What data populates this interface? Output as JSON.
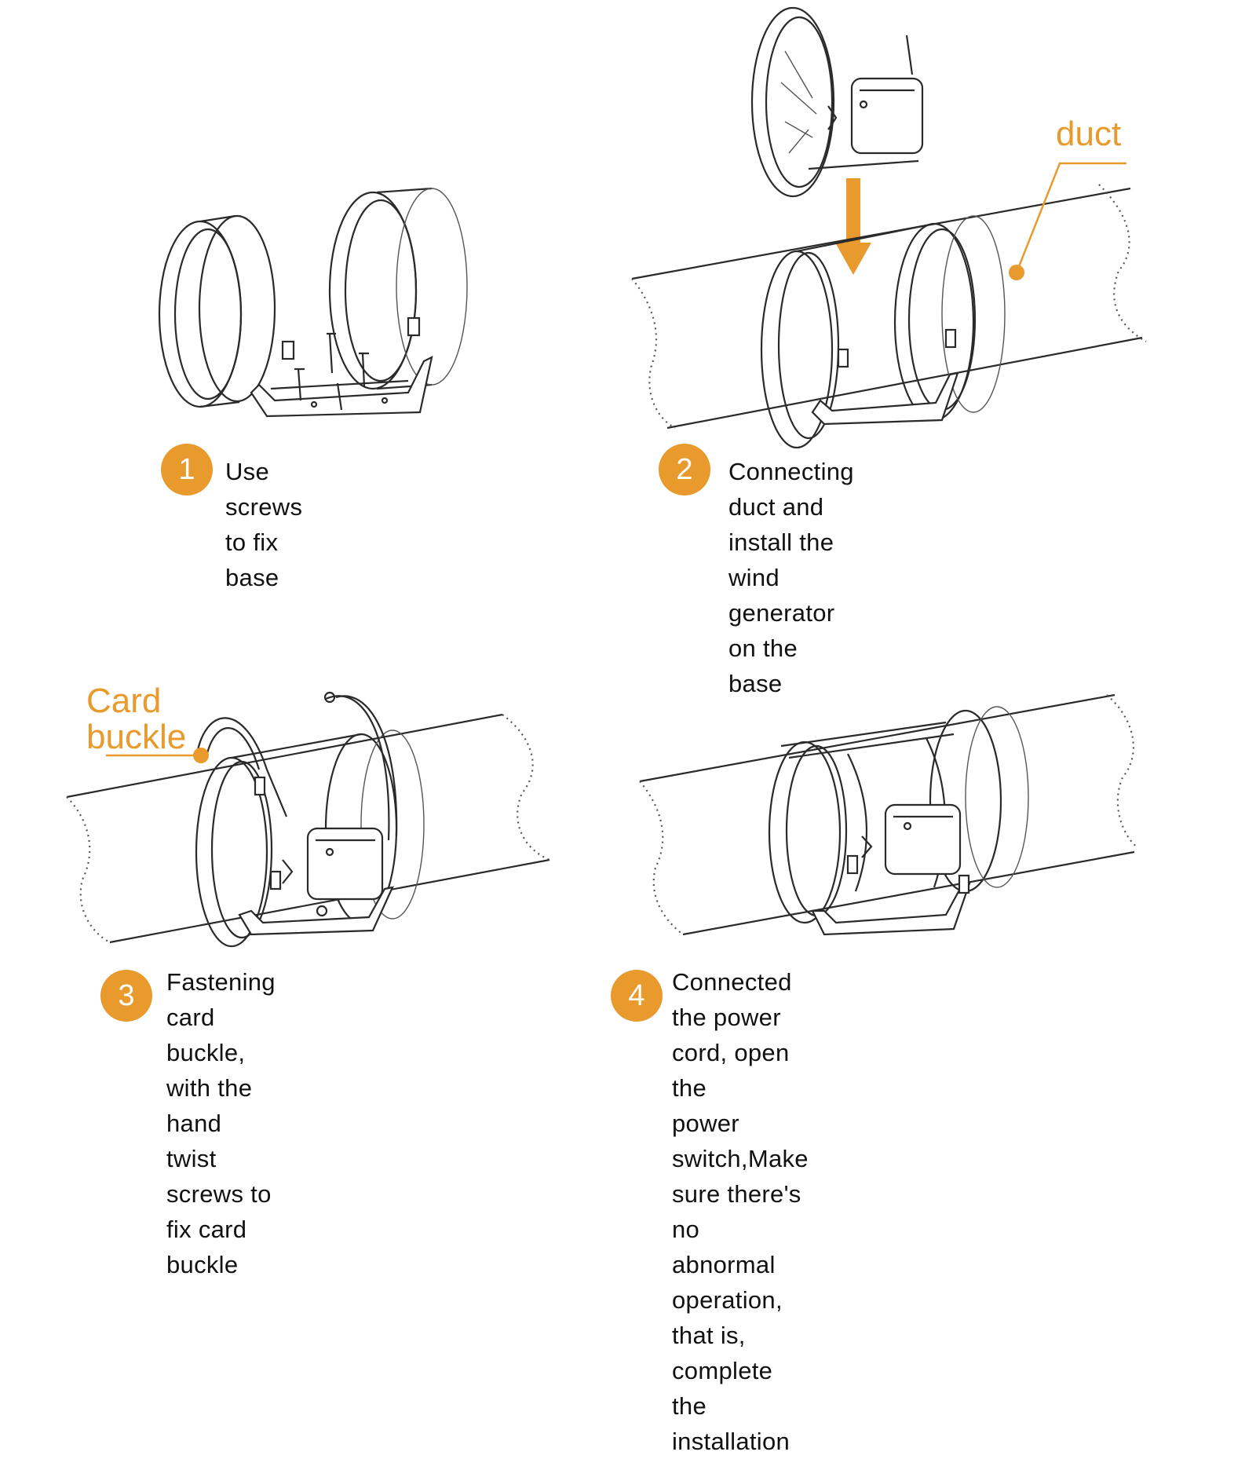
{
  "accent_color": "#e89a2c",
  "steps": [
    {
      "number": "1",
      "lines": [
        "Use screws to fix base"
      ]
    },
    {
      "number": "2",
      "lines": [
        "Connecting duct and install the",
        "wind generator on the base"
      ]
    },
    {
      "number": "3",
      "lines": [
        "Fastening card buckle, with the",
        "hand twist screws to fix card",
        "buckle"
      ]
    },
    {
      "number": "4",
      "lines": [
        "Connected the power cord, open the",
        "power switch,Make sure there's no",
        "abnormal operation, that is, complete",
        "the installation"
      ]
    }
  ],
  "callouts": {
    "duct": "duct",
    "card_buckle": [
      "Card",
      "buckle"
    ]
  }
}
